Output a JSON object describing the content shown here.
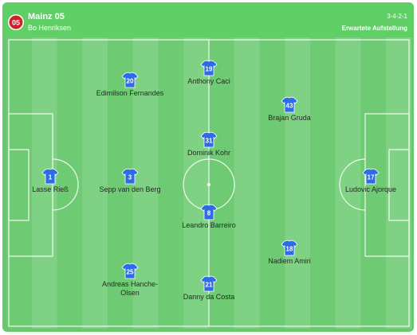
{
  "header": {
    "team_name": "Mainz 05",
    "coach": "Bo Henriksen",
    "formation": "3-4-2-1",
    "lineup_label": "Erwartete Aufstellung",
    "crest_icon": "mainz-05-crest-icon"
  },
  "colors": {
    "pitch_light": "#7fd283",
    "pitch_dark": "#6fca74",
    "header_green": "#5fcf66",
    "shirt_blue": "#2e6be6",
    "crest_red": "#d0202a"
  },
  "players": [
    {
      "number": "1",
      "name": "Lasse Rieß"
    },
    {
      "number": "3",
      "name": "Sepp van den Berg"
    },
    {
      "number": "20",
      "name": "Edimilson Fernandes"
    },
    {
      "number": "25",
      "name": "Andreas Hanche-Olsen"
    },
    {
      "number": "19",
      "name": "Anthony Caci"
    },
    {
      "number": "31",
      "name": "Dominik Kohr"
    },
    {
      "number": "8",
      "name": "Leandro Barreiro"
    },
    {
      "number": "21",
      "name": "Danny da Costa"
    },
    {
      "number": "43",
      "name": "Brajan Gruda"
    },
    {
      "number": "18",
      "name": "Nadiem Amiri"
    },
    {
      "number": "17",
      "name": "Ludovic Ajorque"
    }
  ]
}
